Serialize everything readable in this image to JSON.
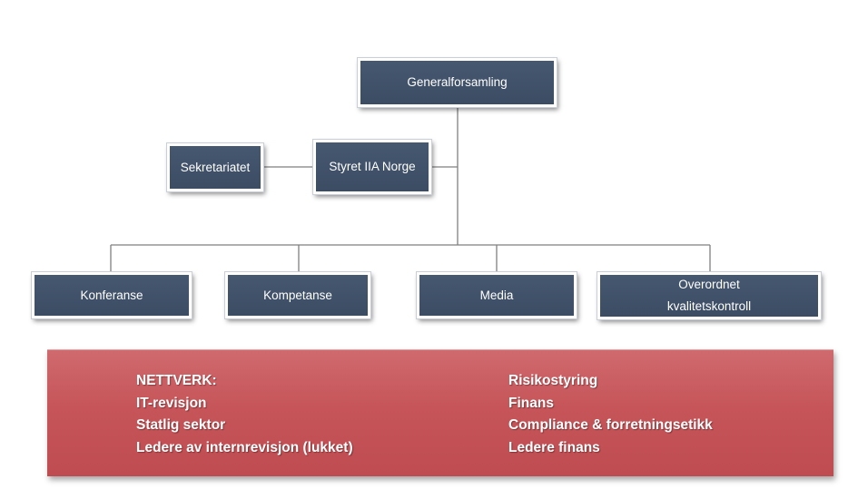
{
  "org_chart": {
    "top": {
      "label": "Generalforsamling"
    },
    "board": {
      "label": "Styret IIA Norge"
    },
    "secretariat": {
      "label": "Sekretariatet"
    },
    "committees": [
      {
        "label": "Konferanse"
      },
      {
        "label": "Kompetanse"
      },
      {
        "label": "Media"
      },
      {
        "label_line1": "Overordnet",
        "label_line2": "kvalitetskontroll"
      }
    ]
  },
  "network_panel": {
    "left_items": [
      "NETTVERK:",
      "IT-revisjon",
      "Statlig sektor",
      "Ledere av internrevisjon (lukket)"
    ],
    "right_items": [
      "Risikostyring",
      "Finans",
      "Compliance & forretningsetikk",
      "Ledere finans"
    ]
  },
  "colors": {
    "box_fill": "#3f5068",
    "box_text": "#ffffff",
    "connector_line": "#7f7f7f",
    "panel_fill": "#c65559",
    "panel_text": "#ffffff"
  }
}
